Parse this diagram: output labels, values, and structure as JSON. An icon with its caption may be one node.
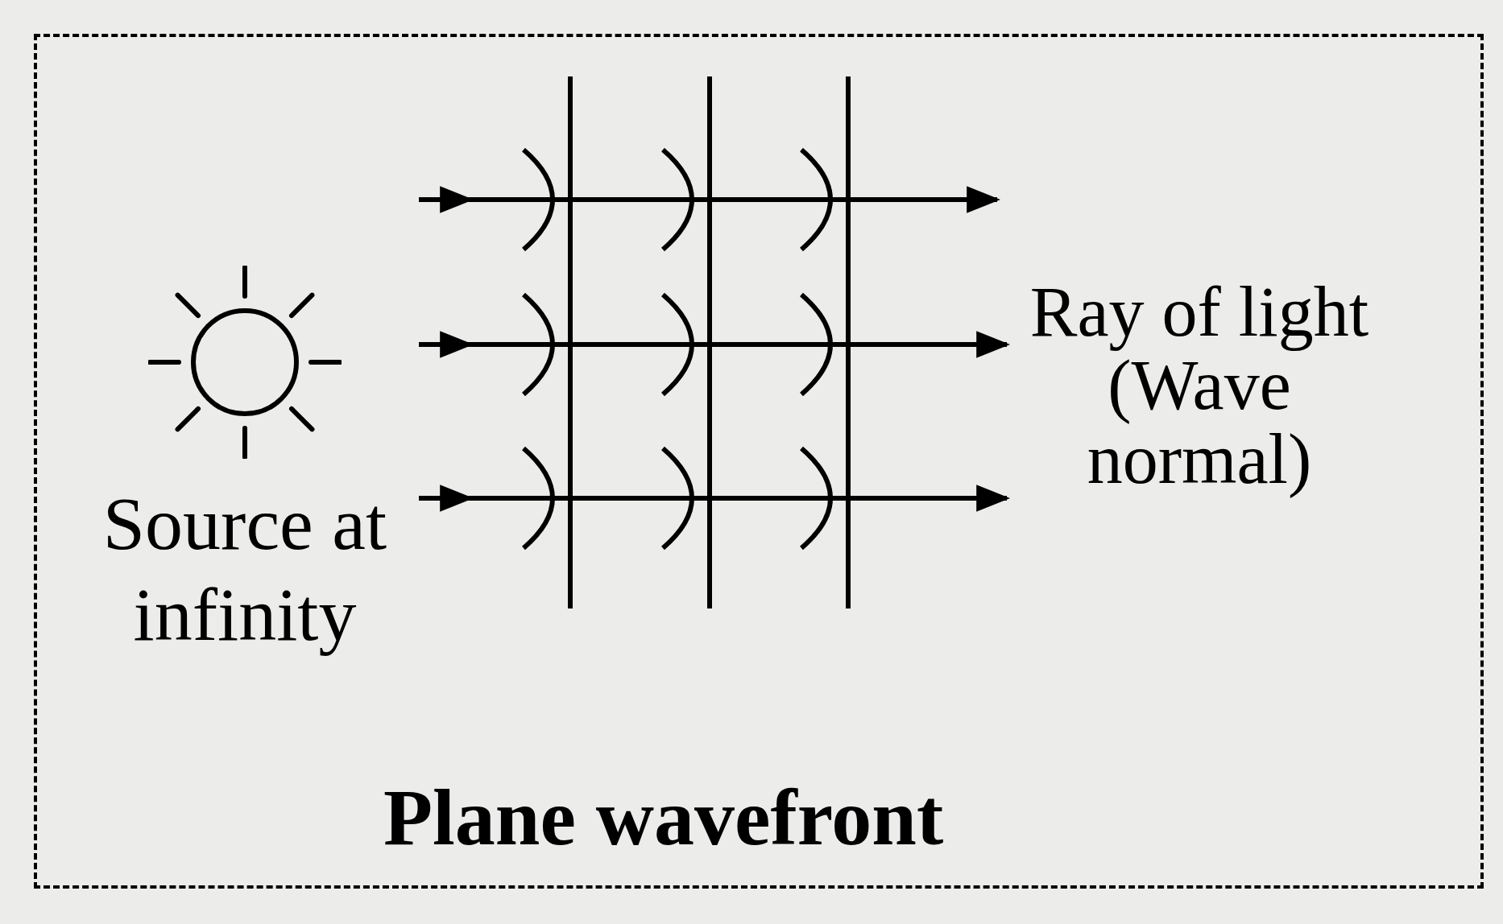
{
  "diagram": {
    "nodes": [
      {
        "text": [
          "Plane wavefront"
        ]
      },
      {
        "text": [
          "Source at infinity"
        ],
        "in": 0
      },
      {
        "text": [
          "Ray of light (Wave normal)"
        ],
        "in": 0
      }
    ],
    "edges": [
      {
        "from": 1,
        "to": null,
        "arrow": "to"
      },
      {
        "from": 1,
        "to": 2,
        "arrow": "to"
      },
      {
        "from": 1,
        "to": 2,
        "arrow": "to"
      }
    ]
  }
}
